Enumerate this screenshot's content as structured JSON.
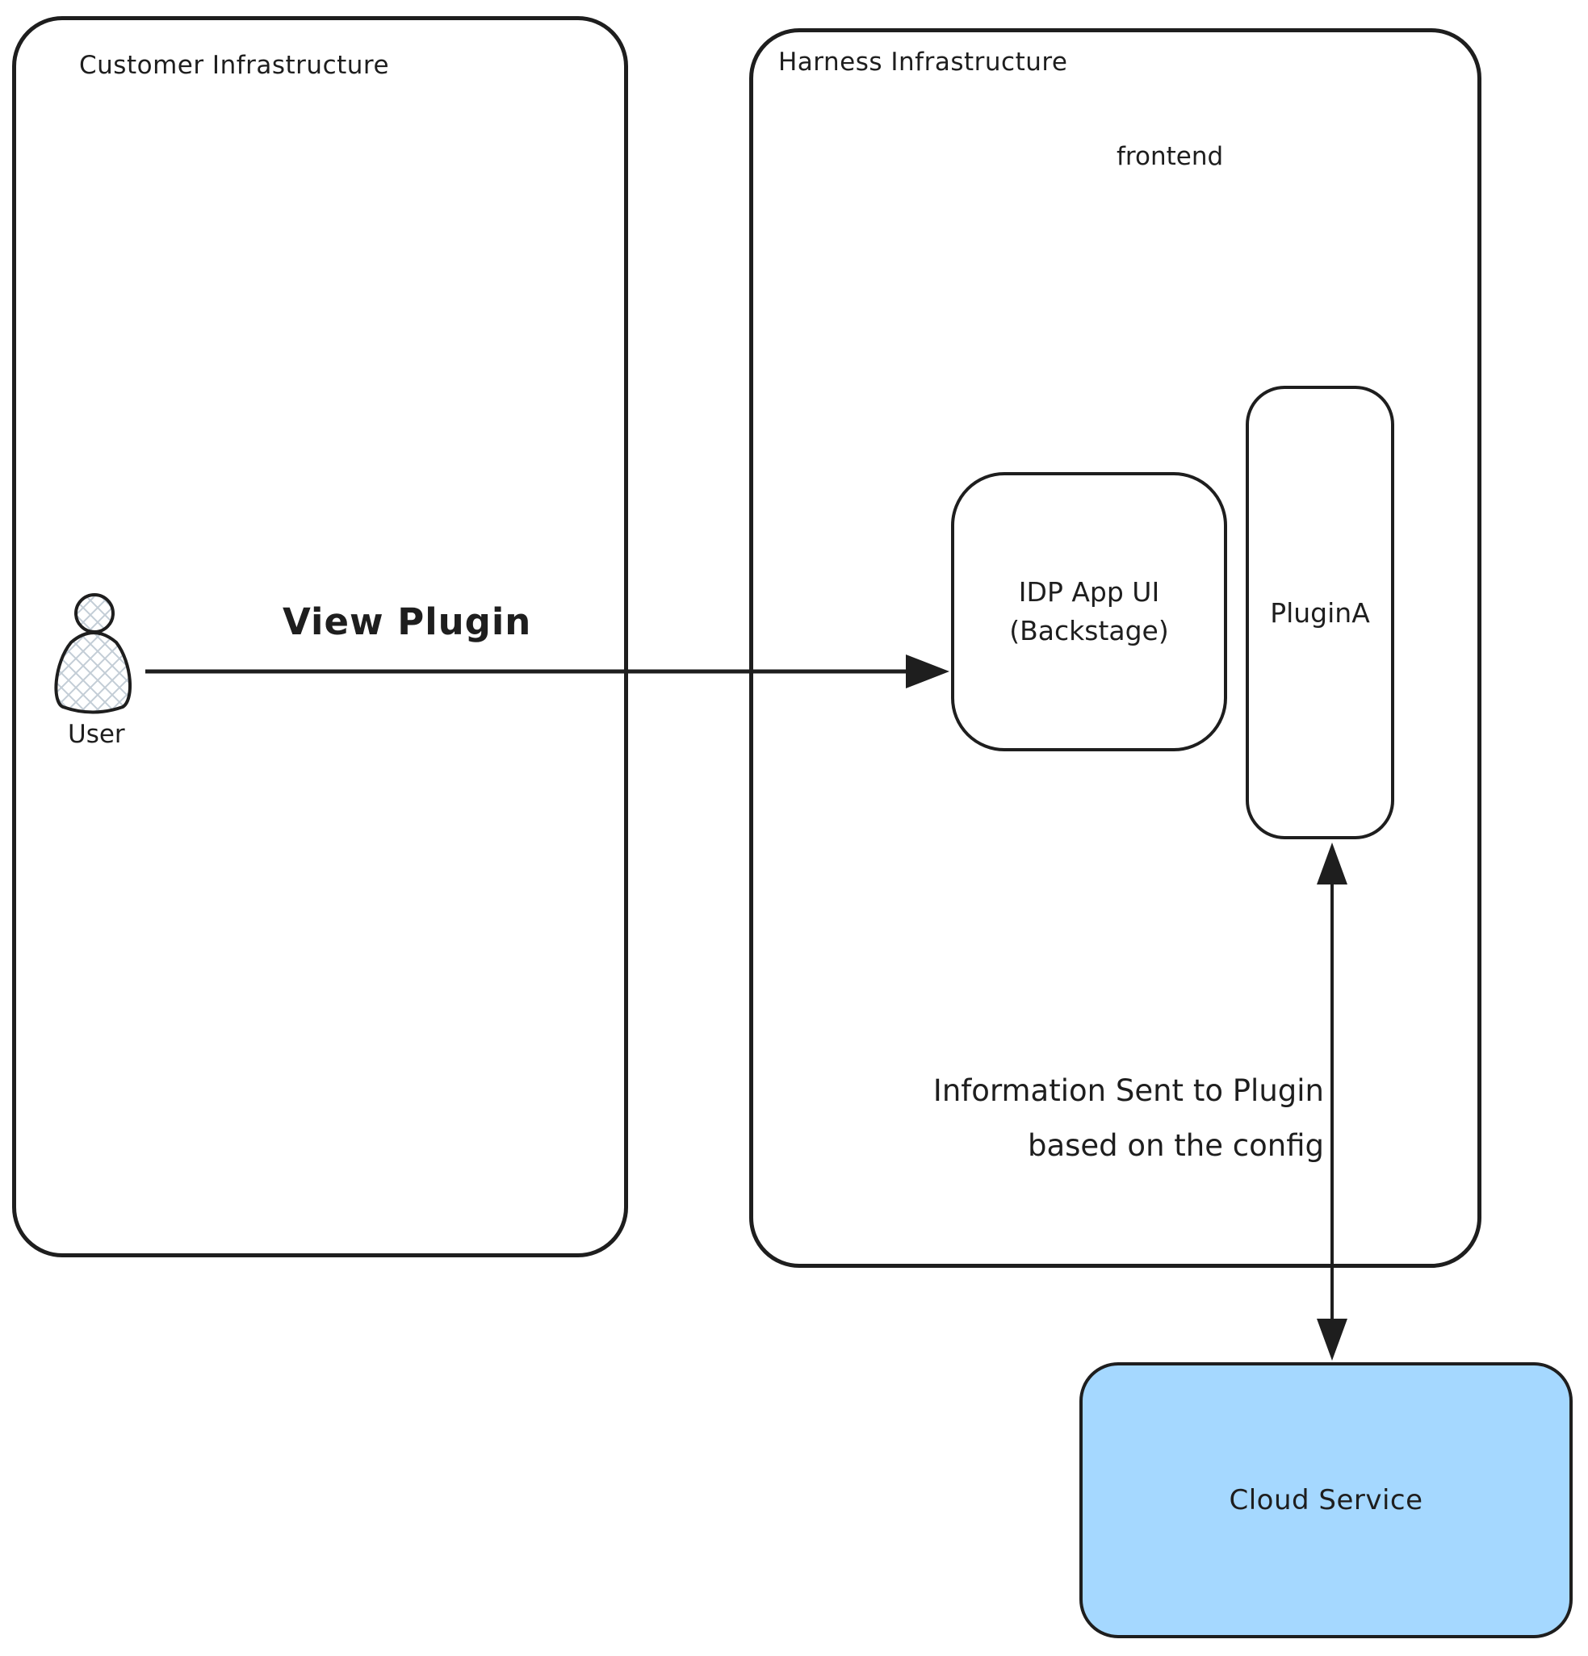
{
  "diagram": {
    "customer": {
      "title": "Customer Infrastructure",
      "user_label": "User"
    },
    "harness": {
      "title": "Harness Infrastructure",
      "frontend_label": "frontend",
      "idp": {
        "line1": "IDP App UI",
        "line2": "(Backstage)"
      },
      "plugin": {
        "label": "PluginA"
      }
    },
    "cloud": {
      "label": "Cloud Service"
    },
    "edges": {
      "view_plugin": {
        "label": "View Plugin"
      },
      "info": {
        "line1": "Information Sent to Plugin",
        "line2": "based on the config"
      }
    },
    "colors": {
      "stroke": "#1e1e1e",
      "cloud_fill": "#a5d8ff",
      "background": "#ffffff",
      "hatch": "#c3cdd6"
    }
  }
}
